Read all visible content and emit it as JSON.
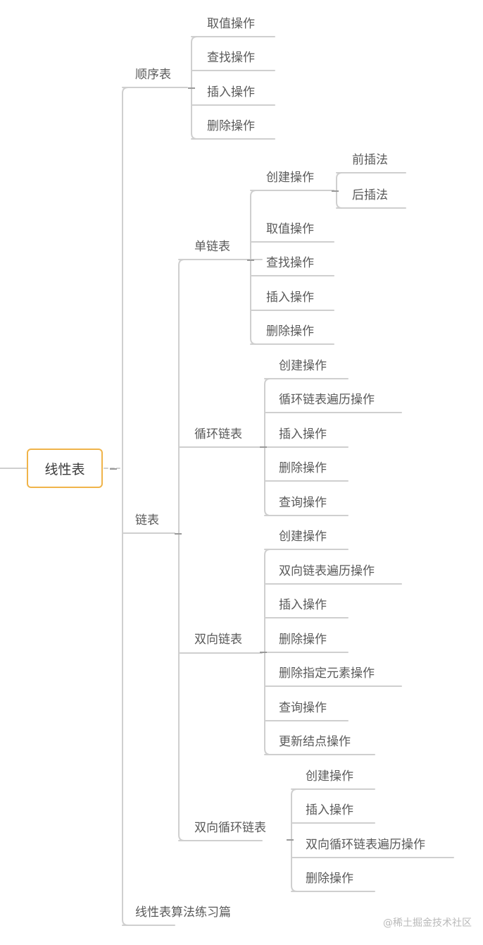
{
  "root": {
    "label": "线性表"
  },
  "branches": [
    {
      "label": "顺序表",
      "children": [
        {
          "label": "取值操作"
        },
        {
          "label": "查找操作"
        },
        {
          "label": "插入操作"
        },
        {
          "label": "删除操作"
        }
      ]
    },
    {
      "label": "链表",
      "children": [
        {
          "label": "单链表",
          "children": [
            {
              "label": "创建操作",
              "children": [
                {
                  "label": "前插法"
                },
                {
                  "label": "后插法"
                }
              ]
            },
            {
              "label": "取值操作"
            },
            {
              "label": "查找操作"
            },
            {
              "label": "插入操作"
            },
            {
              "label": "删除操作"
            }
          ]
        },
        {
          "label": "循环链表",
          "children": [
            {
              "label": "创建操作"
            },
            {
              "label": "循环链表遍历操作"
            },
            {
              "label": "插入操作"
            },
            {
              "label": "删除操作"
            },
            {
              "label": "查询操作"
            }
          ]
        },
        {
          "label": "双向链表",
          "children": [
            {
              "label": "创建操作"
            },
            {
              "label": "双向链表遍历操作"
            },
            {
              "label": "插入操作"
            },
            {
              "label": "删除操作"
            },
            {
              "label": "删除指定元素操作"
            },
            {
              "label": "查询操作"
            },
            {
              "label": "更新结点操作"
            }
          ]
        },
        {
          "label": "双向循环链表",
          "children": [
            {
              "label": "创建操作"
            },
            {
              "label": "插入操作"
            },
            {
              "label": "双向循环链表遍历操作"
            },
            {
              "label": "删除操作"
            }
          ]
        }
      ]
    },
    {
      "label": "线性表算法练习篇"
    }
  ],
  "watermark": "@稀土掘金技术社区",
  "colors": {
    "line": "#cfcfcf",
    "root_border": "#f0b44a",
    "text": "#5a5a5a"
  }
}
